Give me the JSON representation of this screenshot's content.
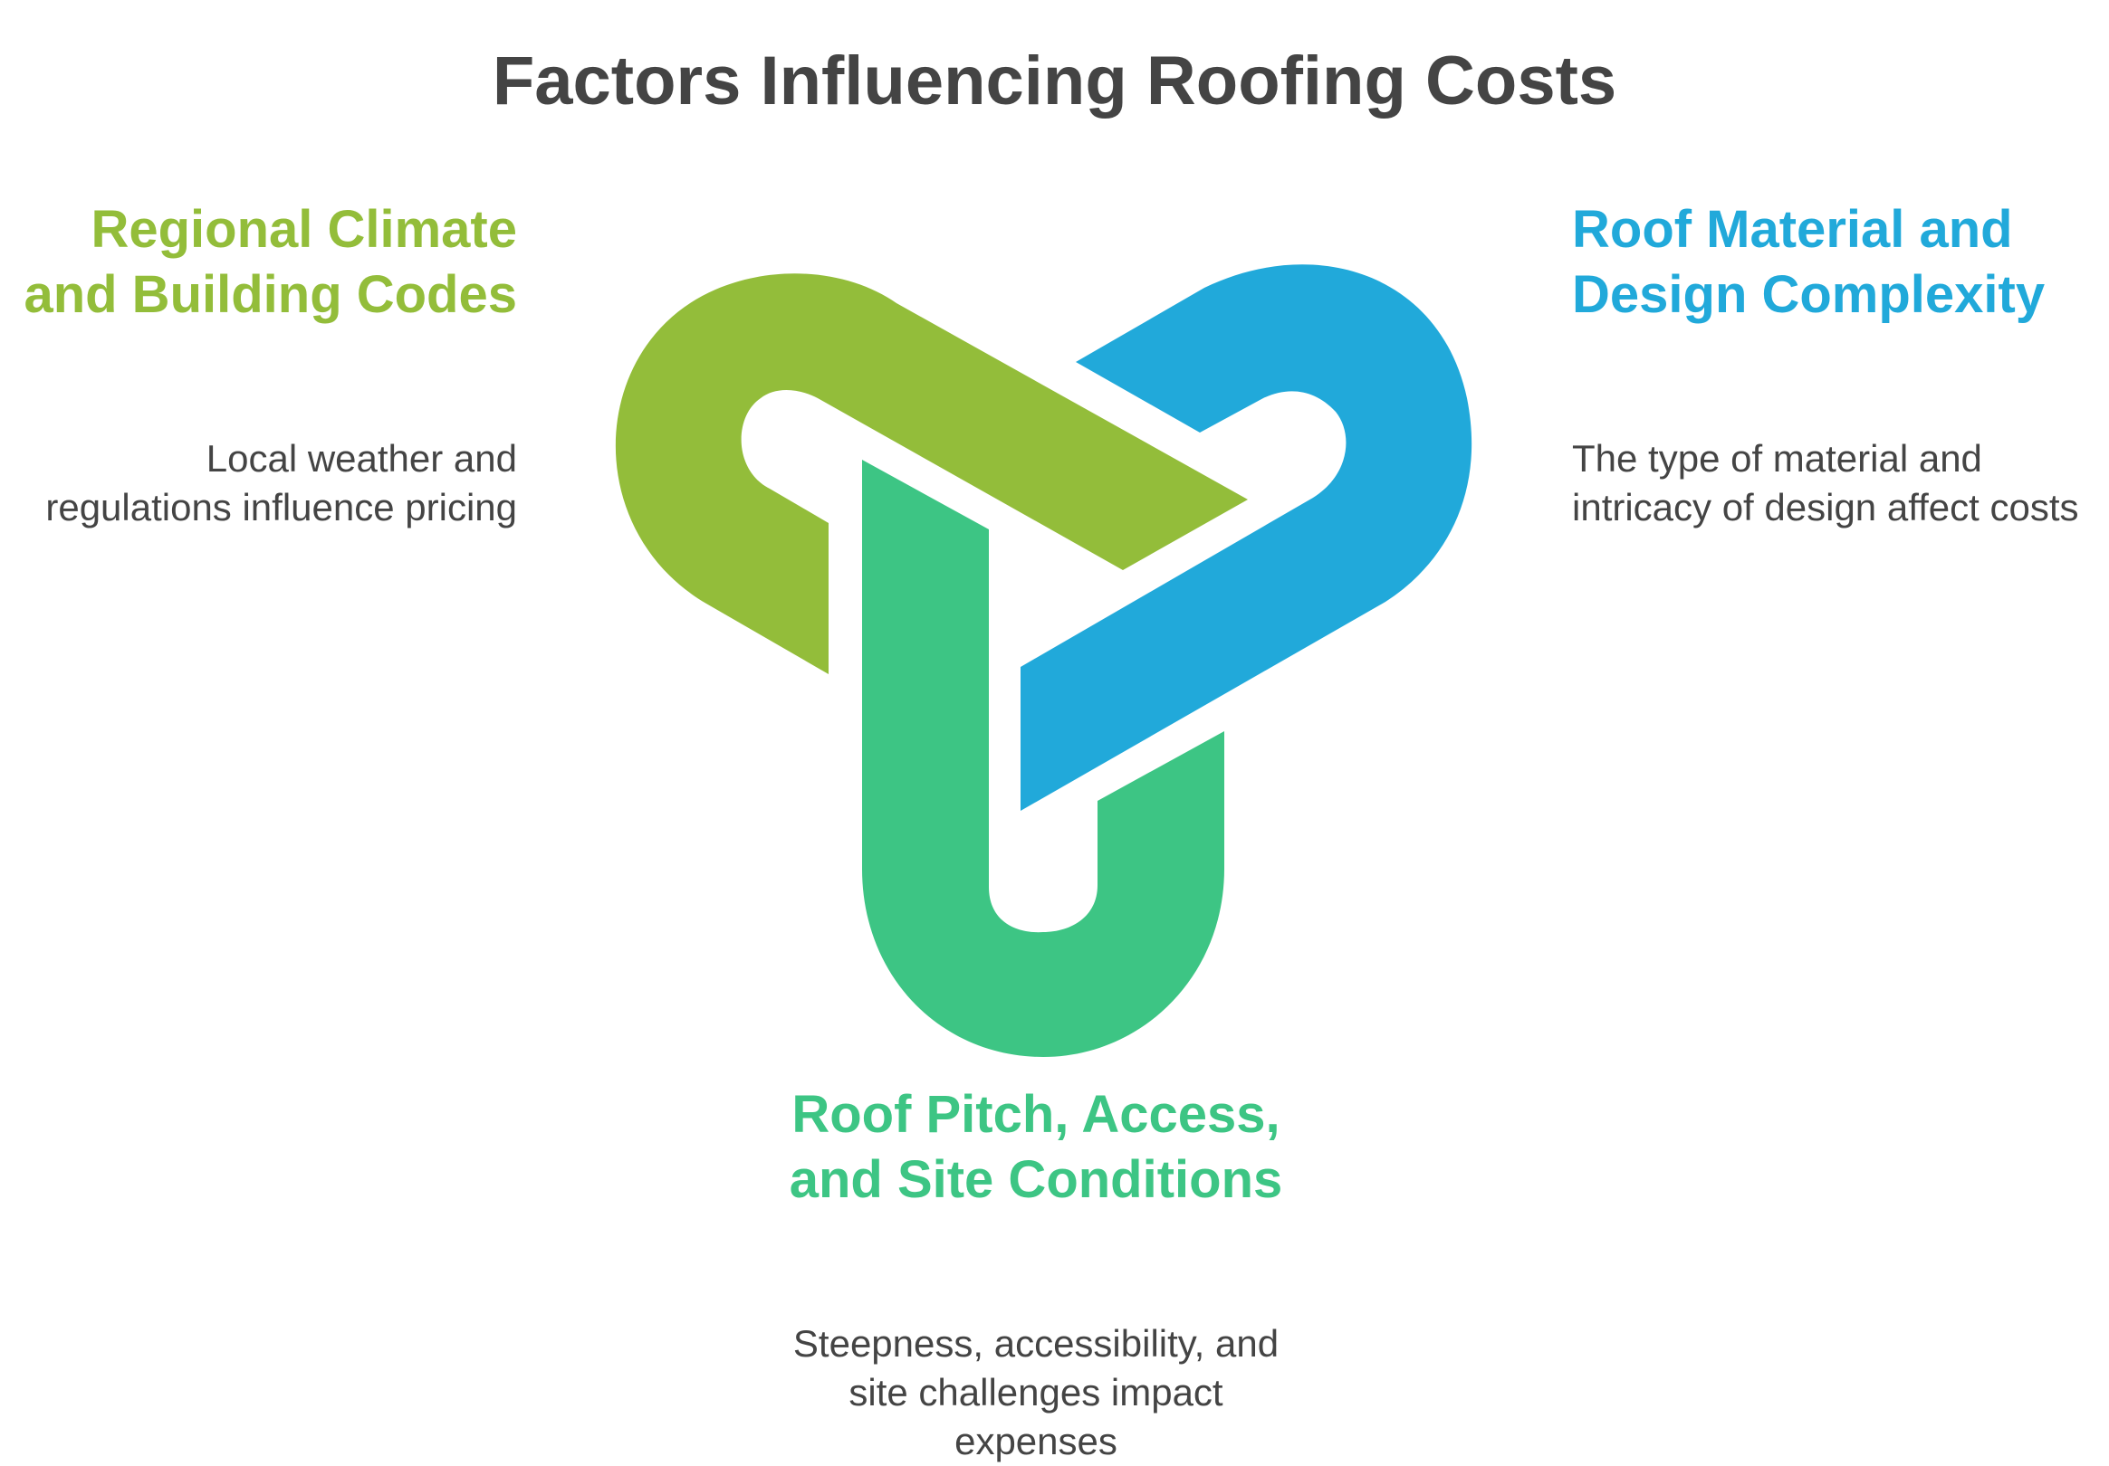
{
  "title": "Factors Influencing Roofing Costs",
  "colors": {
    "green": "#93bd3a",
    "teal": "#3dc584",
    "blue": "#21a9da",
    "title": "#444444",
    "text": "#444444"
  },
  "factors": [
    {
      "heading": "Regional Climate and Building Codes",
      "description": "Local weather and regulations influence pricing",
      "color": "#93bd3a"
    },
    {
      "heading": "Roof Material and Design Complexity",
      "description": "The type of material and intricacy of design affect costs",
      "color": "#21a9da"
    },
    {
      "heading": "Roof Pitch, Access, and Site Conditions",
      "description": "Steepness, accessibility, and site challenges impact expenses",
      "color": "#3dc584"
    }
  ]
}
